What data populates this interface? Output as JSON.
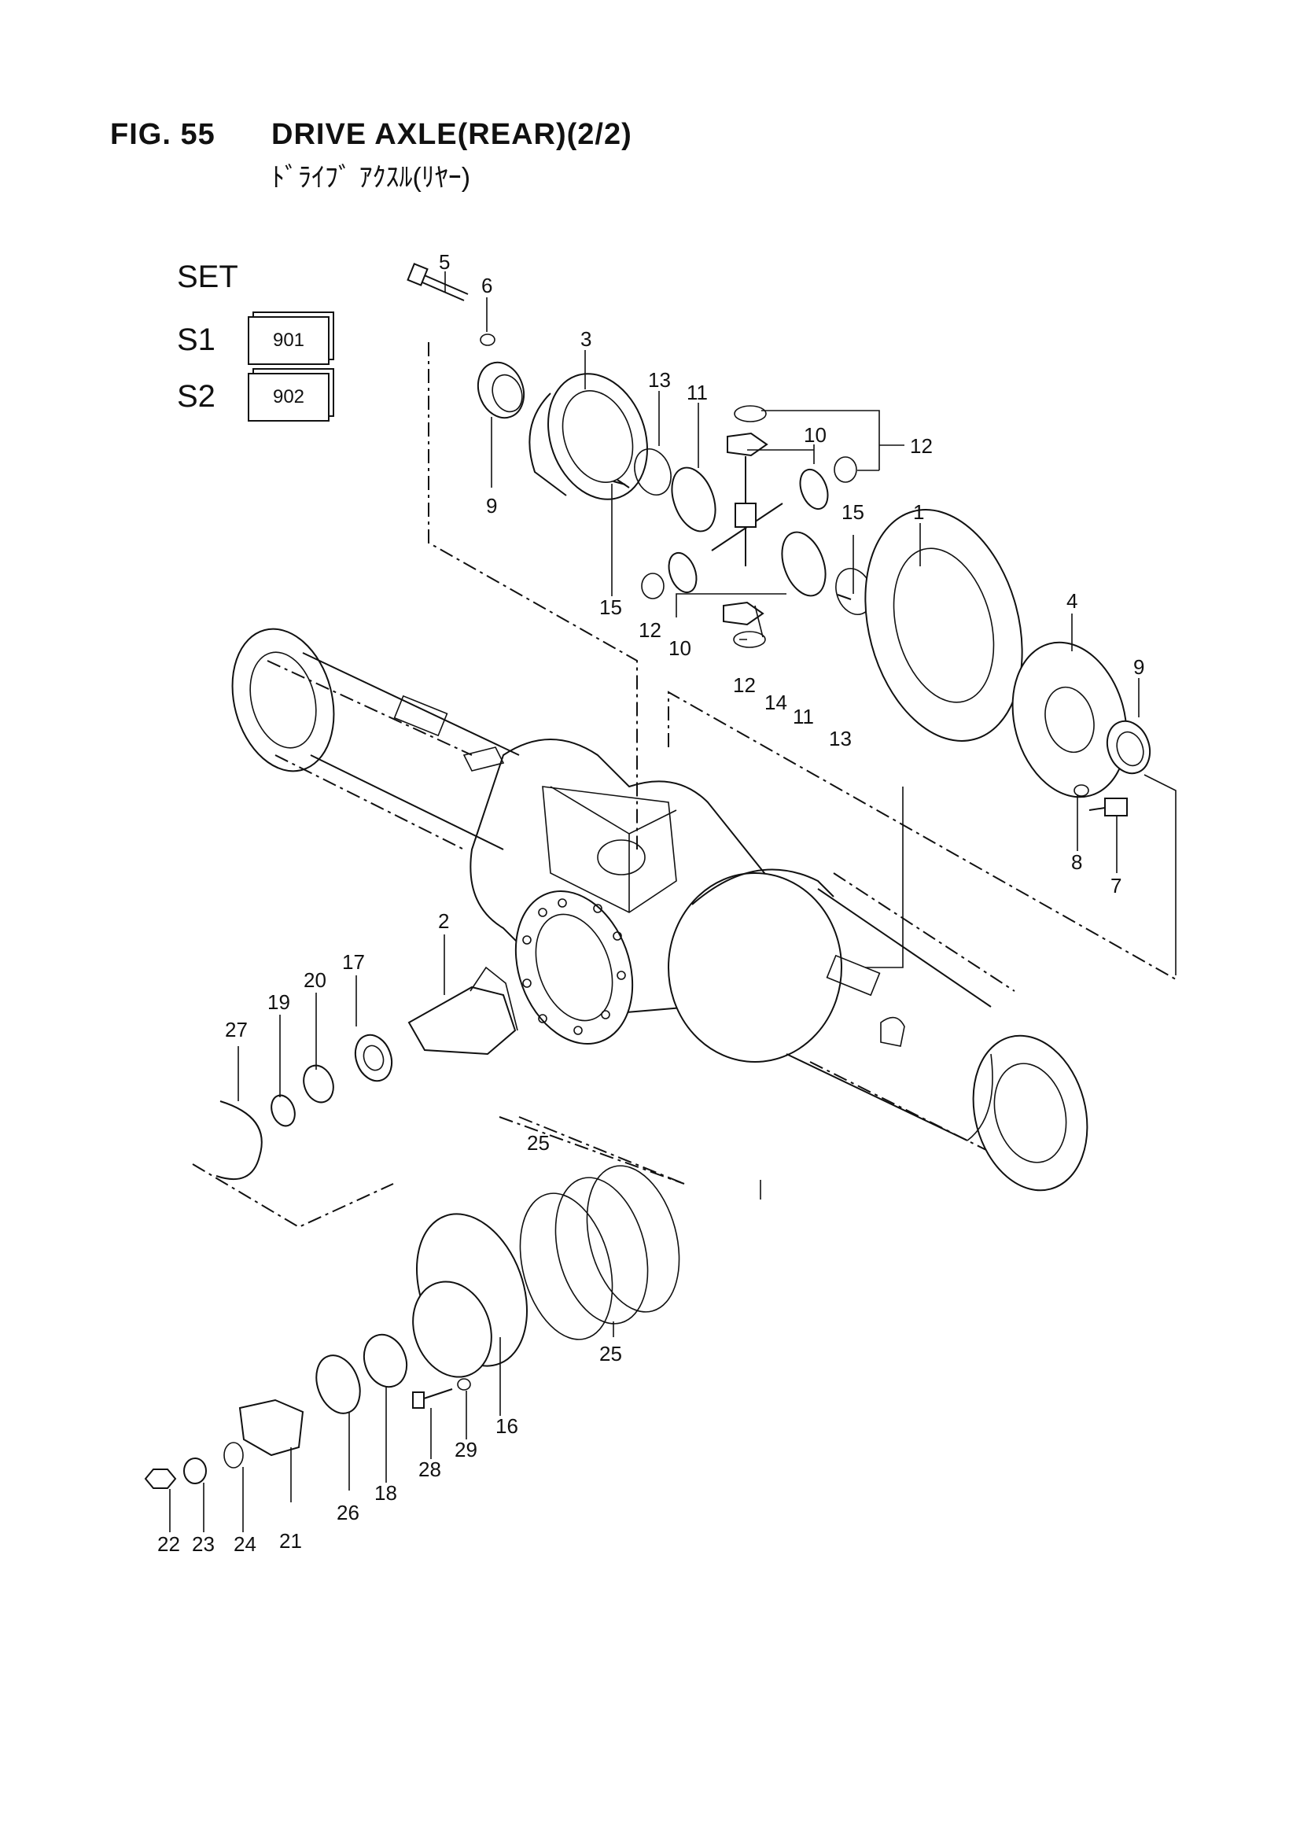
{
  "figure": {
    "number": "FIG. 55",
    "title": "DRIVE AXLE(REAR)(2/2)",
    "subtitle": "ﾄﾞﾗｲﾌﾞ ｱｸｽﾙ(ﾘﾔｰ)"
  },
  "set_table": {
    "heading": "SET",
    "rows": [
      {
        "id": "S1",
        "code": "901"
      },
      {
        "id": "S2",
        "code": "902"
      }
    ]
  },
  "callouts": {
    "c1": "1",
    "c2": "2",
    "c3": "3",
    "c4": "4",
    "c5": "5",
    "c6": "6",
    "c7": "7",
    "c8": "8",
    "c9a": "9",
    "c9b": "9",
    "c10a": "10",
    "c10b": "10",
    "c11a": "11",
    "c11b": "11",
    "c12a": "12",
    "c12b": "12",
    "c12c": "12",
    "c13a": "13",
    "c13b": "13",
    "c14": "14",
    "c15a": "15",
    "c15b": "15",
    "c16": "16",
    "c17": "17",
    "c18": "18",
    "c19": "19",
    "c20": "20",
    "c21": "21",
    "c22": "22",
    "c23": "23",
    "c24": "24",
    "c25a": "25",
    "c25b": "25",
    "c26": "26",
    "c27": "27",
    "c28": "28",
    "c29": "29"
  }
}
